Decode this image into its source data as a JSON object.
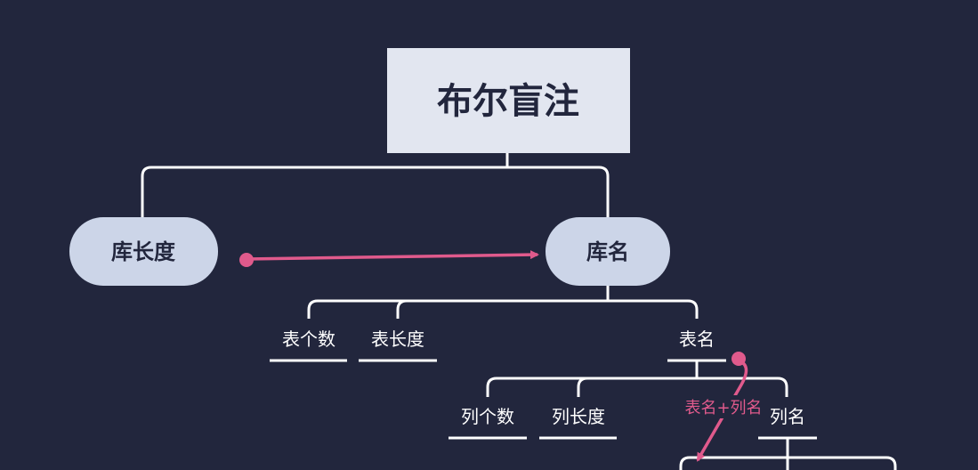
{
  "colors": {
    "background": "#22263d",
    "root_fill": "#e2e6f0",
    "pill_fill": "#ccd5e8",
    "connector": "#ffffff",
    "accent": "#e05a8c",
    "dark_text": "#22263d",
    "light_text": "#ffffff"
  },
  "root": {
    "label": "布尔盲注"
  },
  "nodes": {
    "db_length": {
      "label": "库长度"
    },
    "db_name": {
      "label": "库名"
    }
  },
  "db_name_children": {
    "table_count": {
      "label": "表个数"
    },
    "table_length": {
      "label": "表长度"
    },
    "table_name": {
      "label": "表名"
    }
  },
  "table_name_children": {
    "column_count": {
      "label": "列个数"
    },
    "column_length": {
      "label": "列长度"
    },
    "column_name": {
      "label": "列名"
    }
  },
  "annotations": {
    "table_plus_column": {
      "label": "表名+列名"
    }
  }
}
